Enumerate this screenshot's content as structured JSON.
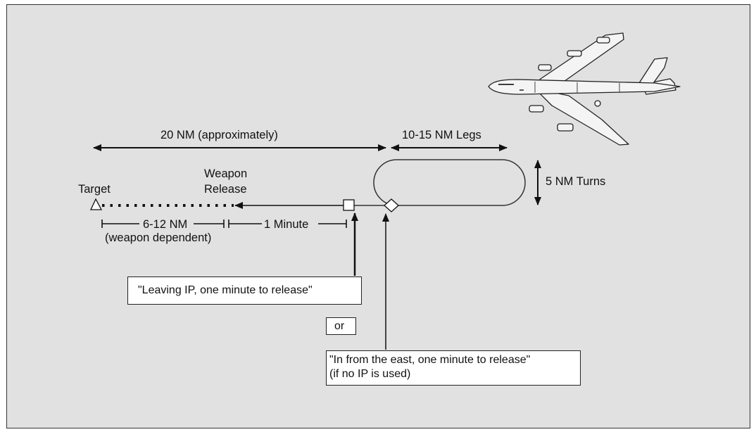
{
  "labels": {
    "distance_total": "20 NM (approximately)",
    "legs": "10-15 NM Legs",
    "turns": "5 NM Turns",
    "weapon_release_line1": "Weapon",
    "weapon_release_line2": "Release",
    "target": "Target",
    "release_range": "6-12 NM",
    "release_range_note": "(weapon dependent)",
    "one_minute": "1 Minute",
    "or": "or"
  },
  "callouts": {
    "leaving_ip": "\"Leaving IP, one minute to release\"",
    "in_from_east_line1": "\"In from the east, one minute to release\"",
    "in_from_east_line2": "(if no IP is used)"
  },
  "colors": {
    "background": "#e1e1e1",
    "ink": "#111111",
    "box_fill": "#ffffff"
  },
  "icons": {
    "aircraft": "b52-bomber-illustration",
    "target": "triangle-marker",
    "ip": "square-marker",
    "turn_point": "diamond-marker"
  }
}
